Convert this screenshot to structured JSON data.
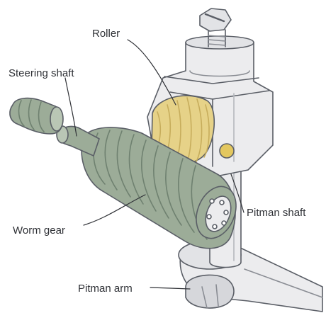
{
  "labels": {
    "roller": "Roller",
    "steering_shaft": "Steering shaft",
    "worm_gear": "Worm gear",
    "pitman_shaft": "Pitman shaft",
    "pitman_arm": "Pitman arm"
  },
  "colors": {
    "outline": "#5a5e66",
    "housing": "#ececee",
    "housing_shade": "#d6d7db",
    "worm_green": "#9cac98",
    "worm_dark": "#6f8170",
    "roller_yellow": "#e6d288",
    "roller_dark": "#c7ad5c",
    "pin_yellow": "#e3c75f"
  }
}
